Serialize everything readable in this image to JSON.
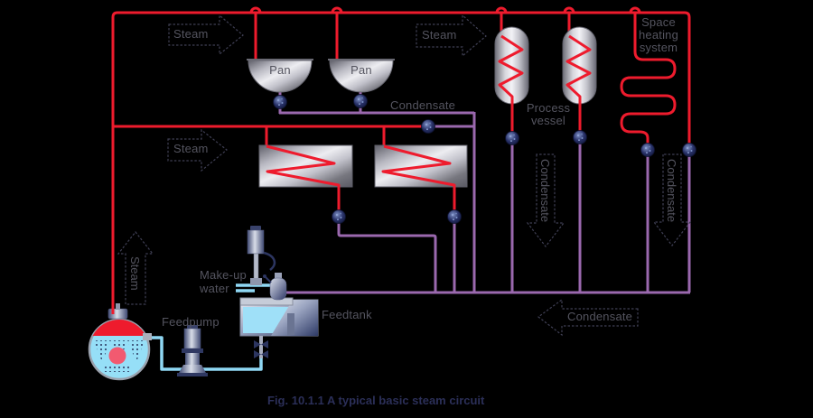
{
  "colors": {
    "steam": "#ee1b2d",
    "condensate": "#9a68ae",
    "feedwater": "#8fd8f4",
    "label_text": "#54545f",
    "caption_text": "#2b2f58",
    "arrow_outline": "#3f3f54"
  },
  "labels": {
    "steam_top": "Steam",
    "steam_right": "Steam",
    "steam_hx": "Steam",
    "steam_boiler": "Steam",
    "condensate_pans": "Condensate",
    "condensate_pv": "Condensate",
    "condensate_shs": "Condensate",
    "condensate_return": "Condensate",
    "pan_left": "Pan",
    "pan_right": "Pan",
    "process_vessel": [
      "Process",
      "vessel"
    ],
    "space_heating": [
      "Space",
      "heating",
      "system"
    ],
    "makeup_water": [
      "Make-up",
      "water"
    ],
    "feedpump": "Feedpump",
    "feedtank": "Feedtank"
  },
  "caption": "Fig. 10.1.1 A typical basic steam circuit"
}
